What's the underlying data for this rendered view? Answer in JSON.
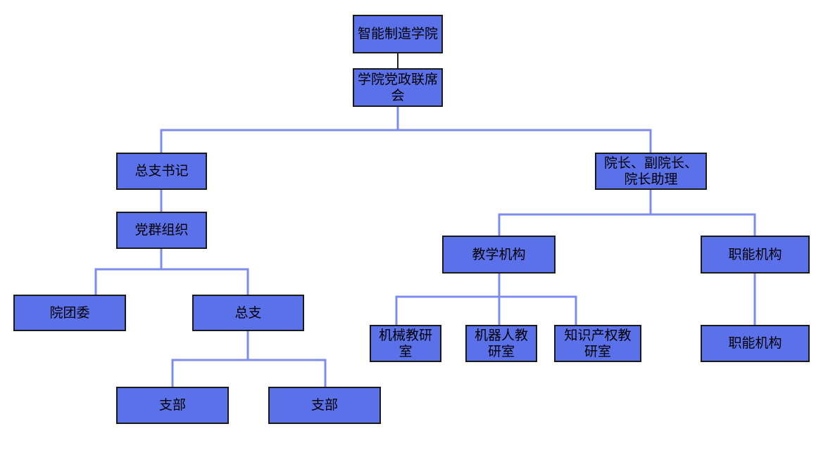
{
  "colors": {
    "node_fill": "#5a71ea",
    "node_border": "#1a1a1a",
    "connector": "#7e8cf0",
    "top_connector": "#222222"
  },
  "nodes": {
    "college": "智能制造学院",
    "joint_meeting": "学院党政联席会",
    "general_secretary": "总支书记",
    "party_mass_org": "党群组织",
    "youth_league": "院团委",
    "general_branch": "总支",
    "branch_1": "支部",
    "branch_2": "支部",
    "dean": "院长、副院长、院长助理",
    "teaching_org": "教学机构",
    "functional_org": "职能机构",
    "functional_org_sub": "职能机构",
    "mechanical_office": "机械教研室",
    "robotics_office": "机器人教研室",
    "ip_office": "知识产权教研室"
  }
}
